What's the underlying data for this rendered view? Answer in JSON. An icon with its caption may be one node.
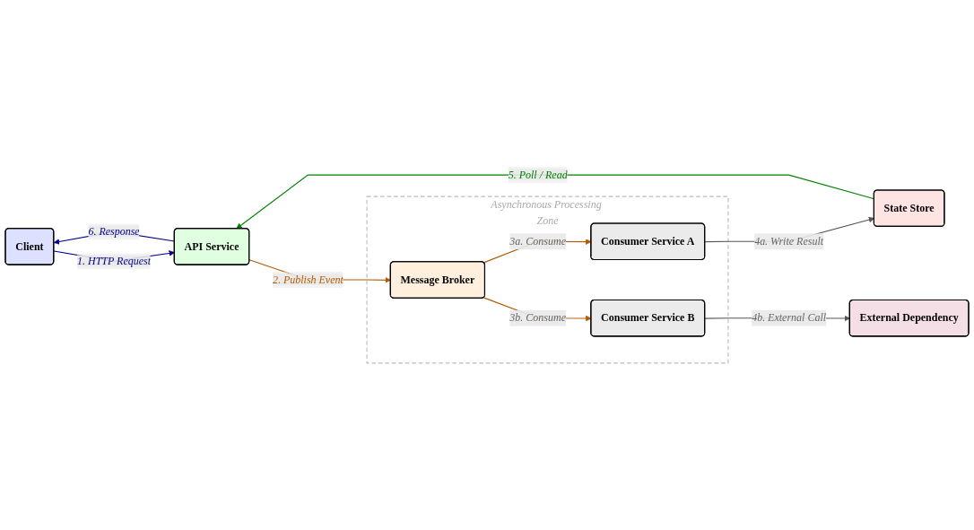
{
  "diagram": {
    "nodes": [
      {
        "text": [
          "Client"
        ]
      },
      {
        "text": [
          "API Service"
        ]
      },
      {
        "text": [
          "Asynchronous Processing Zone"
        ]
      },
      {
        "text": [
          "Message Broker"
        ],
        "in": 2
      },
      {
        "text": [
          "State Store"
        ]
      },
      {
        "text": [
          "Consumer Service A"
        ],
        "in": 2
      },
      {
        "text": [
          "External Dependency"
        ]
      },
      {
        "text": [
          "Consumer Service B"
        ],
        "in": 2
      }
    ],
    "edges": [
      {
        "from": 0,
        "to": 1,
        "arrow": "to",
        "label": "1. HTTP Request",
        "color": "#00008b"
      },
      {
        "from": 1,
        "to": 0,
        "arrow": "to",
        "label": "6. Response",
        "color": "#00008b"
      },
      {
        "from": 1,
        "to": 3,
        "arrow": "to",
        "label": "2. Publish Event",
        "color": "#b35900"
      },
      {
        "from": 3,
        "to": 5,
        "arrow": "to",
        "label": "3a. Consume",
        "color": "#b35900"
      },
      {
        "from": 3,
        "to": 7,
        "arrow": "to",
        "label": "3b. Consume",
        "color": "#b35900"
      },
      {
        "from": 5,
        "to": 4,
        "arrow": "to",
        "label": "4a. Write Result",
        "color": "#555555"
      },
      {
        "from": 7,
        "to": 6,
        "arrow": "to",
        "label": "4b. External Call",
        "color": "#555555"
      },
      {
        "from": 4,
        "to": 1,
        "arrow": "to",
        "label": "5. Poll / Read",
        "color": "#008000"
      }
    ]
  }
}
